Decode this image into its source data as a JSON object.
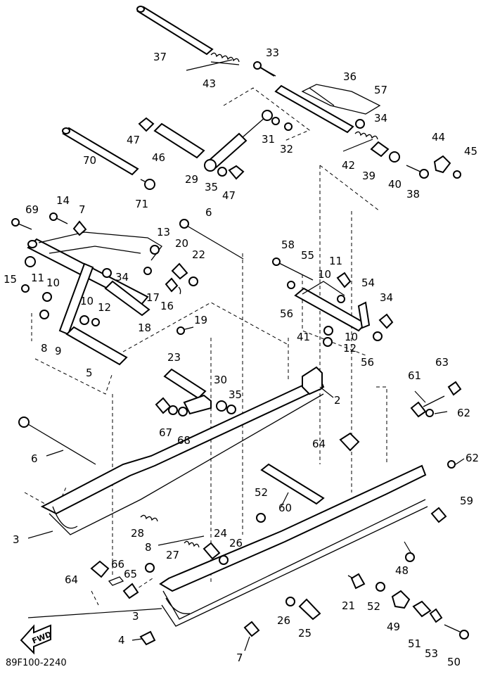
{
  "diagram": {
    "drawing_code": "89F100-2240",
    "fwd_label": "FWD",
    "part_labels": {
      "p2": "2",
      "p3a": "3",
      "p3b": "3",
      "p4": "4",
      "p5": "5",
      "p6a": "6",
      "p6b": "6",
      "p7a": "7",
      "p7b": "7",
      "p8a": "8",
      "p8b": "8",
      "p9": "9",
      "p10a": "10",
      "p10b": "10",
      "p10c": "10",
      "p10d": "10",
      "p11a": "11",
      "p11b": "11",
      "p12a": "12",
      "p12b": "12",
      "p13": "13",
      "p14": "14",
      "p15": "15",
      "p16": "16",
      "p17": "17",
      "p18": "18",
      "p19": "19",
      "p20": "20",
      "p21": "21",
      "p22": "22",
      "p23": "23",
      "p24": "24",
      "p25": "25",
      "p26a": "26",
      "p26b": "26",
      "p27": "27",
      "p28": "28",
      "p29": "29",
      "p30": "30",
      "p31": "31",
      "p32": "32",
      "p33": "33",
      "p34a": "34",
      "p34b": "34",
      "p34c": "34",
      "p35a": "35",
      "p35b": "35",
      "p36": "36",
      "p37": "37",
      "p38": "38",
      "p39": "39",
      "p40": "40",
      "p41": "41",
      "p42": "42",
      "p43": "43",
      "p44": "44",
      "p45": "45",
      "p46": "46",
      "p47a": "47",
      "p47b": "47",
      "p48": "48",
      "p49": "49",
      "p50": "50",
      "p51": "51",
      "p52a": "52",
      "p52b": "52",
      "p53": "53",
      "p54": "54",
      "p55": "55",
      "p56a": "56",
      "p56b": "56",
      "p57": "57",
      "p58": "58",
      "p59": "59",
      "p60": "60",
      "p61": "61",
      "p62a": "62",
      "p62b": "62",
      "p63": "63",
      "p64a": "64",
      "p64b": "64",
      "p65": "65",
      "p66": "66",
      "p67": "67",
      "p68": "68",
      "p69": "69",
      "p70": "70",
      "p71": "71"
    }
  }
}
